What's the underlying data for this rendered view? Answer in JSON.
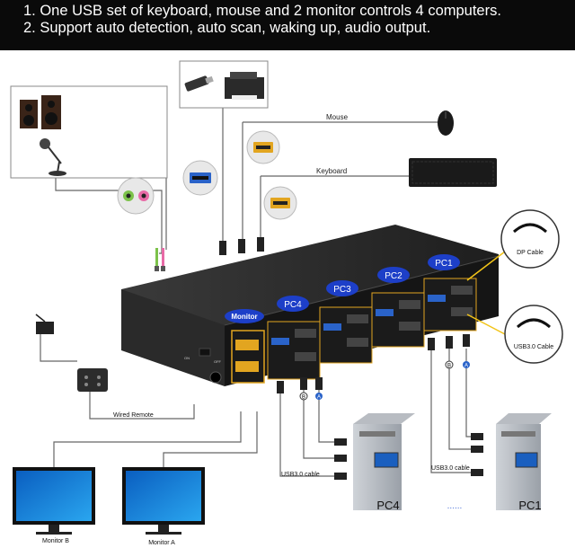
{
  "header": {
    "line1": "1. One USB set of keyboard, mouse and 2 monitor controls 4 computers.",
    "line2": "2. Support auto detection, auto scan, waking up, audio output."
  },
  "labels": {
    "mouse": "Mouse",
    "keyboard": "Keyboard",
    "dp_cable": "DP Cable",
    "usb3_cable": "USB3.0 Cable",
    "wired_remote": "Wired Remote",
    "monitor_b": "Monitor B",
    "monitor_a": "Monitor A",
    "usb3_cable_left": "USB3.0 cable",
    "usb3_cable_right": "USB3.0 cable",
    "pc4_bottom": "PC4",
    "pc1_bottom": "PC1",
    "ellipsis": "......"
  },
  "switch_labels": {
    "monitor": "Monitor",
    "pc4": "PC4",
    "pc3": "PC3",
    "pc2": "PC2",
    "pc1": "PC1"
  },
  "port_letters": {
    "b": "B",
    "a": "A"
  },
  "colors": {
    "header_bg": "#0a0a0a",
    "label_blue": "#1d3fc8",
    "port_yellow": "#e2a520",
    "usb_blue": "#2a63c9"
  }
}
